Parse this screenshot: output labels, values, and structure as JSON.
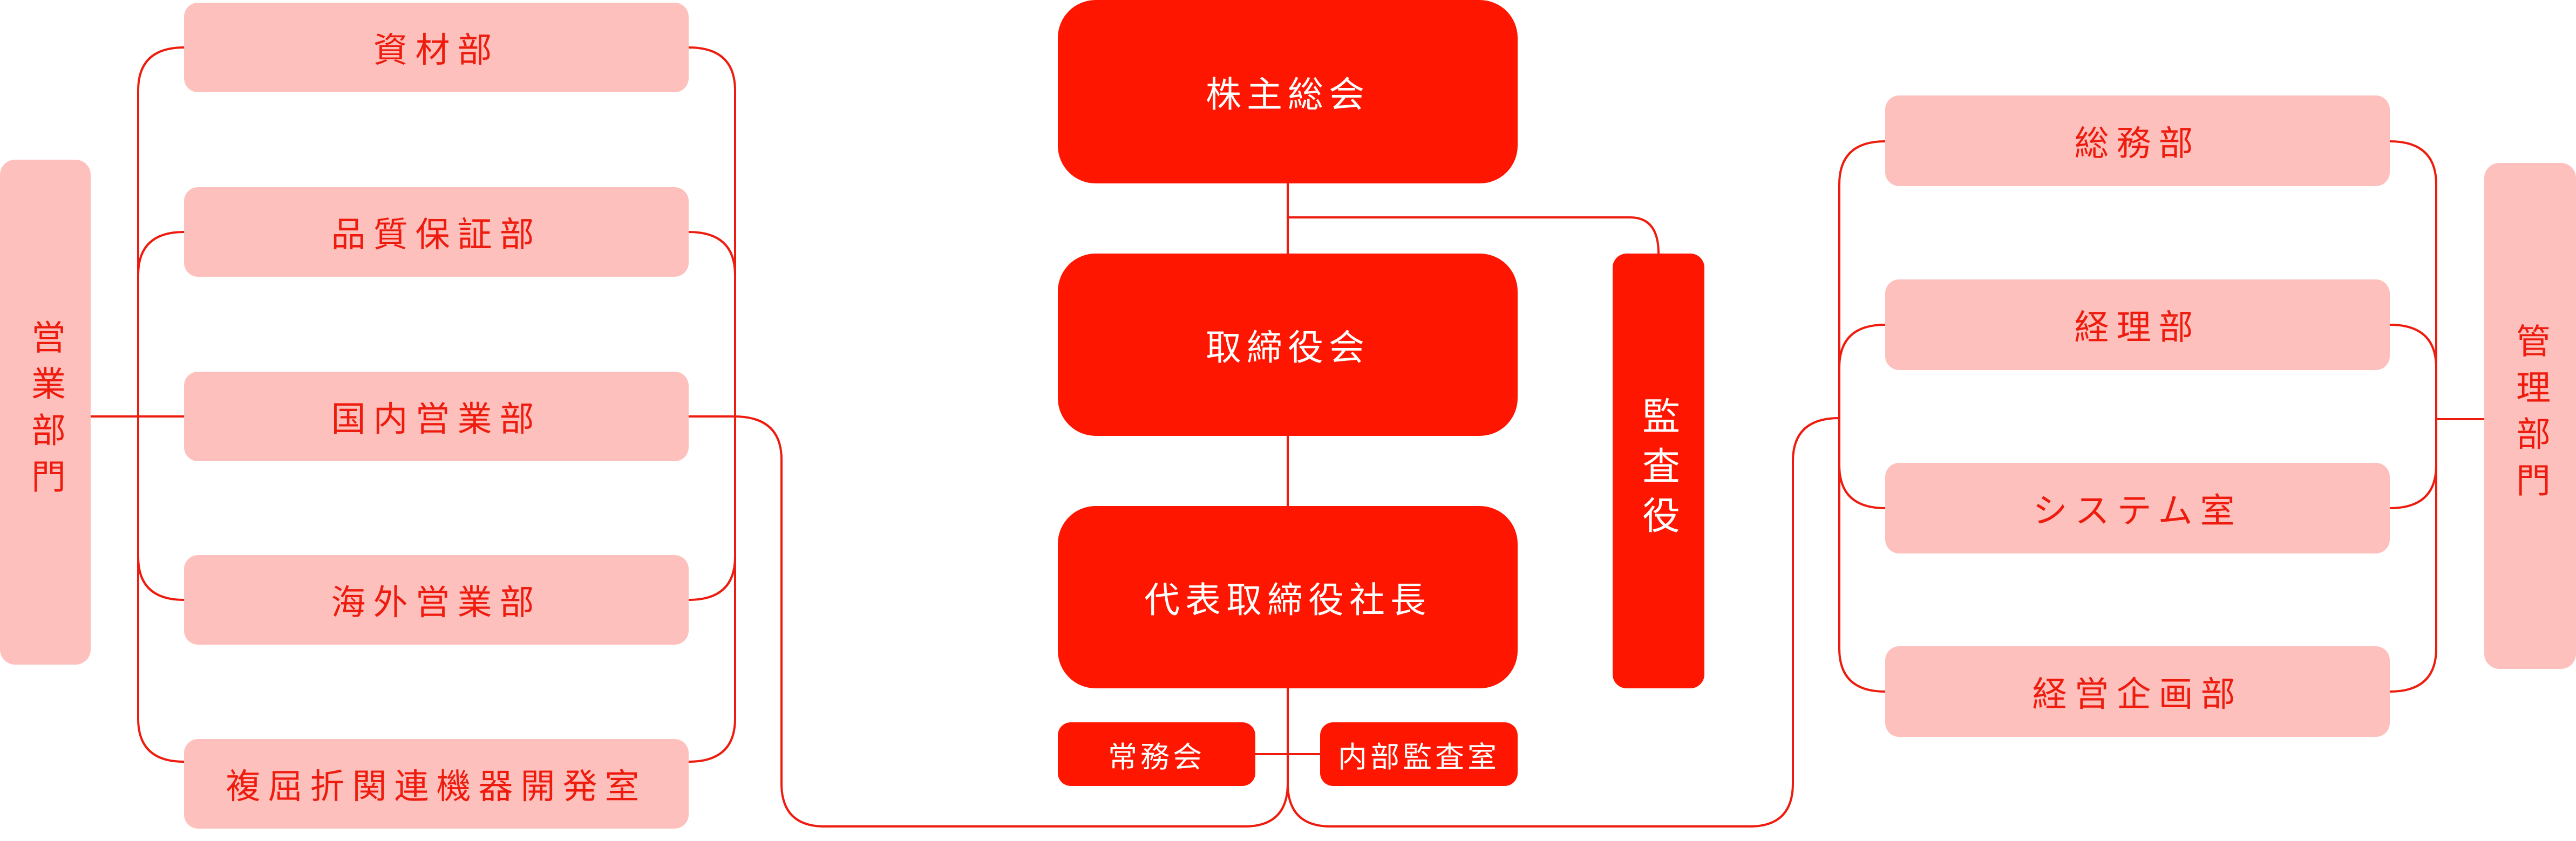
{
  "center": {
    "shareholders": "株主総会",
    "board": "取締役会",
    "president": "代表取締役社長",
    "executive_committee": "常務会",
    "internal_audit": "内部監査室",
    "auditor": "監査役"
  },
  "sales_division": {
    "label": "営業部門",
    "departments": [
      "資材部",
      "品質保証部",
      "国内営業部",
      "海外営業部",
      "複屈折関連機器開発室"
    ]
  },
  "admin_division": {
    "label": "管理部門",
    "departments": [
      "総務部",
      "経理部",
      "システム室",
      "経営企画部"
    ]
  },
  "colors": {
    "primary": "#ff1600",
    "light": "#fdc0bc",
    "line": "#ee1c0e",
    "text_light": "#ffffff"
  }
}
